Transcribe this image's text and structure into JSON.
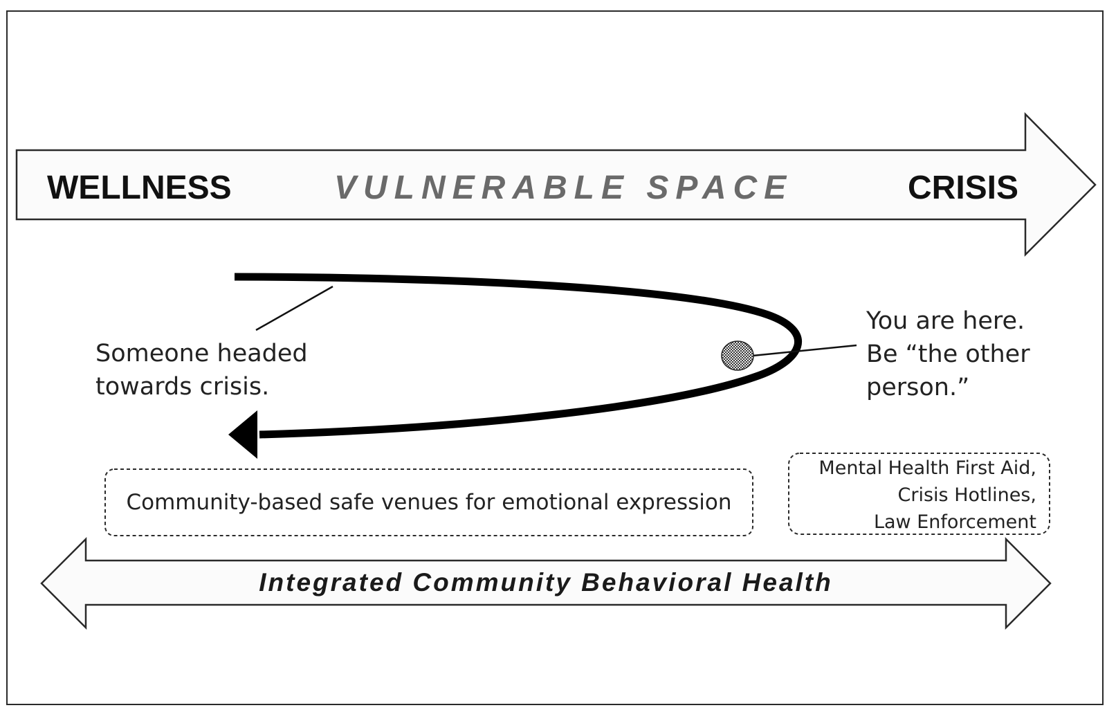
{
  "top_arrow": {
    "left_label": "WELLNESS",
    "center_label": "VULNERABLE SPACE",
    "right_label": "CRISIS"
  },
  "trajectory": {
    "left_text_line1": "Someone headed",
    "left_text_line2": "towards crisis.",
    "right_text_line1": "You are here.",
    "right_text_line2": "Be “the other",
    "right_text_line3": "person.”"
  },
  "boxes": {
    "community_venues": "Community-based safe venues for emotional expression",
    "interventions_line1": "Mental Health First Aid,",
    "interventions_line2": "Crisis Hotlines,",
    "interventions_line3": "Law Enforcement"
  },
  "bottom_arrow": {
    "label": "Integrated Community Behavioral Health"
  },
  "colors": {
    "outline": "#2a2a2a",
    "arrow_fill": "#fbfbfb",
    "curve": "#000000",
    "vulnerable_text": "#6a6a6a"
  }
}
